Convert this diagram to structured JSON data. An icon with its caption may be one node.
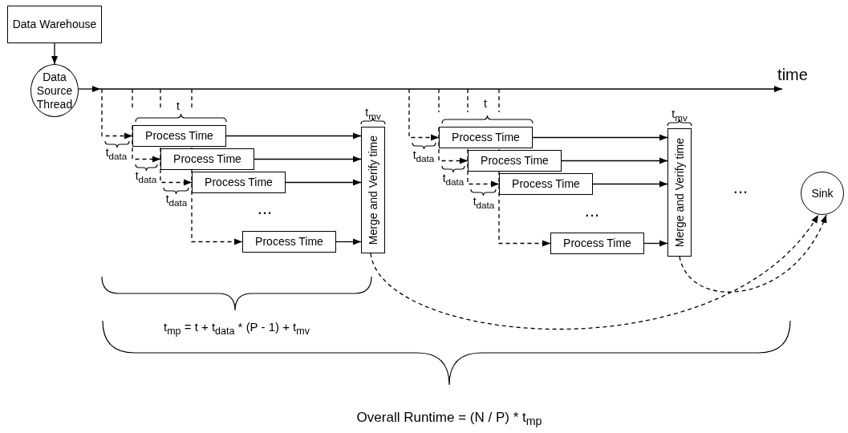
{
  "diagram": {
    "nodes": [
      {
        "text": [
          "Data Warehouse"
        ]
      },
      {
        "text": [
          "Data Source Thread"
        ]
      },
      {
        "text": [
          "Process Time"
        ]
      },
      {
        "text": [
          "Process Time"
        ]
      },
      {
        "text": [
          "Process Time"
        ]
      },
      {
        "text": [
          "Process Time"
        ]
      },
      {
        "text": [
          "Merge and Verify time"
        ],
        "beside": [
          "t$_{mv}$"
        ]
      },
      {
        "text": [
          "Process Time"
        ]
      },
      {
        "text": [
          "Process Time"
        ]
      },
      {
        "text": [
          "Process Time"
        ]
      },
      {
        "text": [
          "Process Time"
        ]
      },
      {
        "text": [
          "Merge and Verify time"
        ],
        "beside": [
          "t$_{mv}$"
        ]
      },
      {
        "text": [
          "Sink"
        ]
      }
    ],
    "edges": [
      {
        "from": 0,
        "to": 1,
        "arrow": "to"
      },
      {
        "from": 1,
        "to": null,
        "arrow": "to"
      },
      {
        "from": null,
        "to": 2,
        "arrow": "to",
        "style": "dashed"
      },
      {
        "from": null,
        "to": 3,
        "arrow": "to",
        "style": "dashed"
      },
      {
        "from": null,
        "to": 4,
        "arrow": "to",
        "style": "dashed"
      },
      {
        "from": null,
        "to": 5,
        "arrow": "to",
        "style": "dashed"
      },
      {
        "from": 2,
        "to": 6,
        "arrow": "to"
      },
      {
        "from": 3,
        "to": 6,
        "arrow": "to"
      },
      {
        "from": 4,
        "to": 6,
        "arrow": "to"
      },
      {
        "from": 5,
        "to": 6,
        "arrow": "to"
      },
      {
        "from": null,
        "to": 7,
        "arrow": "to",
        "style": "dashed"
      },
      {
        "from": null,
        "to": 8,
        "arrow": "to",
        "style": "dashed"
      },
      {
        "from": null,
        "to": 9,
        "arrow": "to",
        "style": "dashed"
      },
      {
        "from": null,
        "to": 10,
        "arrow": "to",
        "style": "dashed"
      },
      {
        "from": 7,
        "to": 11,
        "arrow": "to"
      },
      {
        "from": 8,
        "to": 11,
        "arrow": "to"
      },
      {
        "from": 9,
        "to": 11,
        "arrow": "to"
      },
      {
        "from": 10,
        "to": 11,
        "arrow": "to"
      },
      {
        "from": 6,
        "to": 12,
        "arrow": "to",
        "style": "dashed"
      },
      {
        "from": 11,
        "to": 12,
        "arrow": "to",
        "style": "dashed"
      }
    ],
    "labels": [
      "time",
      "t",
      "t$_{data}$",
      "t$_{data}$",
      "t$_{data}$",
      "...",
      "t",
      "t$_{data}$",
      "t$_{data}$",
      "t$_{data}$",
      "...",
      "...",
      "t$_{mp}$ = t + t$_{data}$ * (P - 1) + t$_{mv}$",
      "Overall Runtime = (N / P) * t$_{mp}$"
    ]
  }
}
